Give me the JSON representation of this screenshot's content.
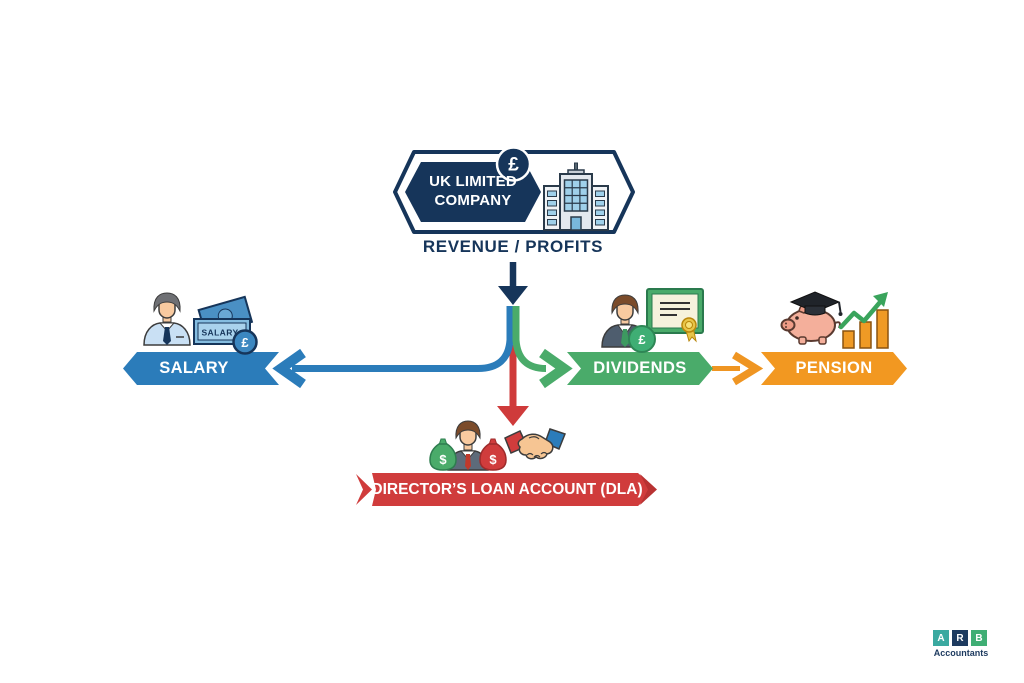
{
  "company": {
    "name": "UK LIMITED COMPANY",
    "coin_symbol": "£",
    "flow_label": "REVENUE / PROFITS"
  },
  "branches": {
    "salary": {
      "label": "SALARY",
      "color": "#2b7cba",
      "banknote_text": "SALARY",
      "banknote_coin": "£"
    },
    "dividends": {
      "label": "DIVIDENDS",
      "color": "#4aab6a",
      "coin_symbol": "£"
    },
    "pension": {
      "label": "PENSION",
      "color": "#f29821"
    },
    "dla": {
      "label": "DIRECTOR’S LOAN ACCOUNT (DLA)",
      "color": "#d03c3c",
      "bag_left_symbol": "$",
      "bag_right_symbol": "$"
    }
  },
  "colors": {
    "navy": "#16355a",
    "blue": "#2b7cba",
    "green": "#4aab6a",
    "orange": "#f29821",
    "red": "#d03c3c"
  },
  "logo": {
    "letters": [
      "A",
      "R",
      "B"
    ],
    "letter_colors": [
      "#3aa9a0",
      "#1d3a5f",
      "#3fae74"
    ],
    "name": "Accountants"
  }
}
